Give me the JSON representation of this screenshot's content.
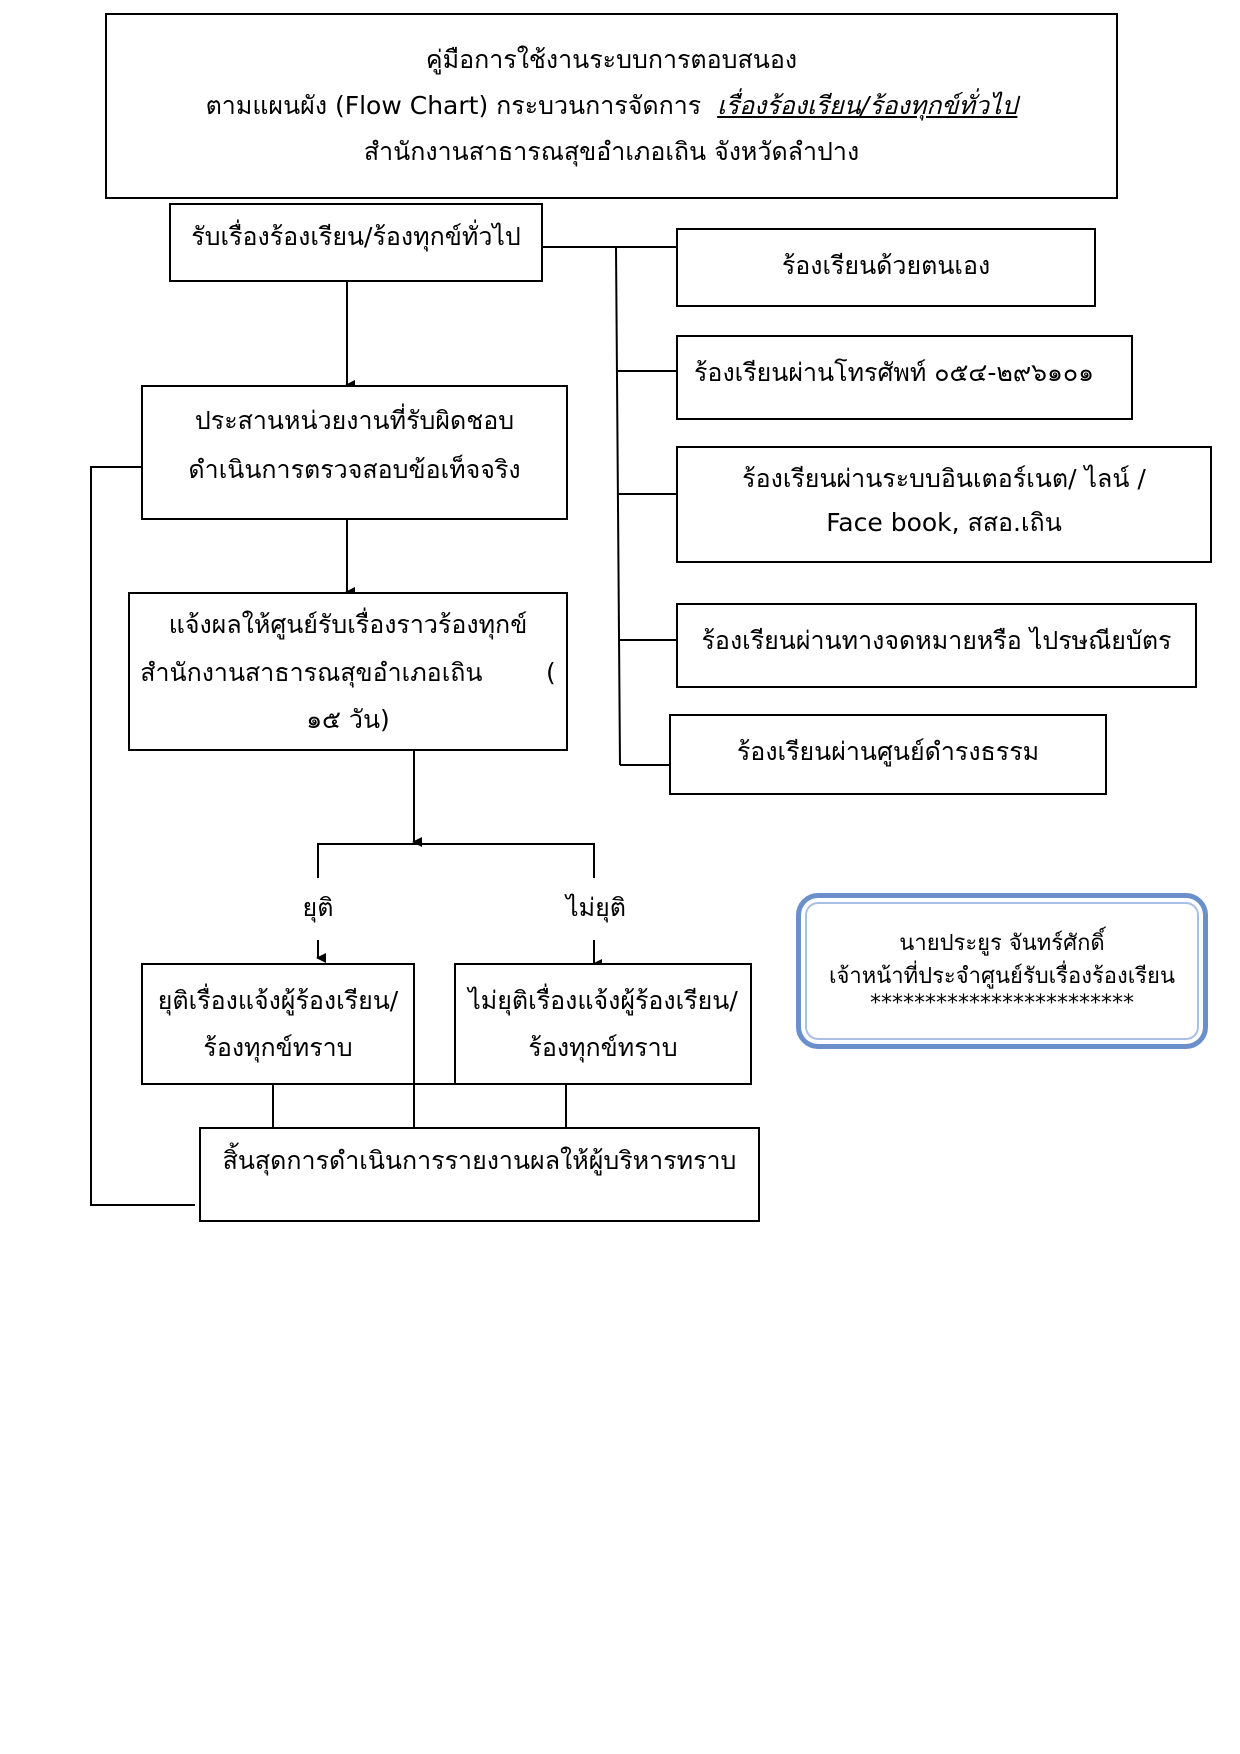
{
  "header": {
    "line1": "คู่มือการใช้งานระบบการตอบสนอง",
    "line2_prefix": "ตามแผนผัง (Flow Chart) กระบวนการจัดการ",
    "line2_emphasis": "เรื่องร้องเรียน/ร้องทุกข์ทั่วไป",
    "line3": "สำนักงานสาธารณสุขอำเภอเถิน จังหวัดลำปาง"
  },
  "steps": {
    "receive": "รับเรื่องร้องเรียน/ร้องทุกข์ทั่วไป",
    "coordinate_line1": "ประสานหน่วยงานที่รับผิดชอบ",
    "coordinate_line2": "ดำเนินการตรวจสอบข้อเท็จจริง",
    "notify_line1": "แจ้งผลให้ศูนย์รับเรื่องราวร้องทุกข์",
    "notify_line2": "สำนักงานสาธารณสุขอำเภอเถิน        (",
    "notify_line3": "๑๕ วัน)",
    "resolved_line1": "ยุติเรื่องแจ้งผู้ร้องเรียน/",
    "resolved_line2": "ร้องทุกข์ทราบ",
    "unresolved_line1": "ไม่ยุติเรื่องแจ้งผู้ร้องเรียน/",
    "unresolved_line2": "ร้องทุกข์ทราบ",
    "end": "สิ้นสุดการดำเนินการรายงานผลให้ผู้บริหารทราบ"
  },
  "branch_labels": {
    "resolved": "ยุติ",
    "unresolved": "ไม่ยุติ"
  },
  "channels": {
    "in_person": "ร้องเรียนด้วยตนเอง",
    "phone": "ร้องเรียนผ่านโทรศัพท์ ๐๕๔-๒๙๖๑๐๑",
    "internet_line1": "ร้องเรียนผ่านระบบอินเตอร์เนต/ ไลน์ /",
    "internet_line2": "Face book, สสอ.เถิน",
    "mail": "ร้องเรียนผ่านทางจดหมายหรือ ไปรษณียบัตร",
    "center": "ร้องเรียนผ่านศูนย์ดำรงธรรม"
  },
  "officer": {
    "name": "นายประยูร จันทร์ศักดิ์",
    "position": "เจ้าหน้าที่ประจำศูนย์รับเรื่องร้องเรียน",
    "stars": "************************"
  }
}
